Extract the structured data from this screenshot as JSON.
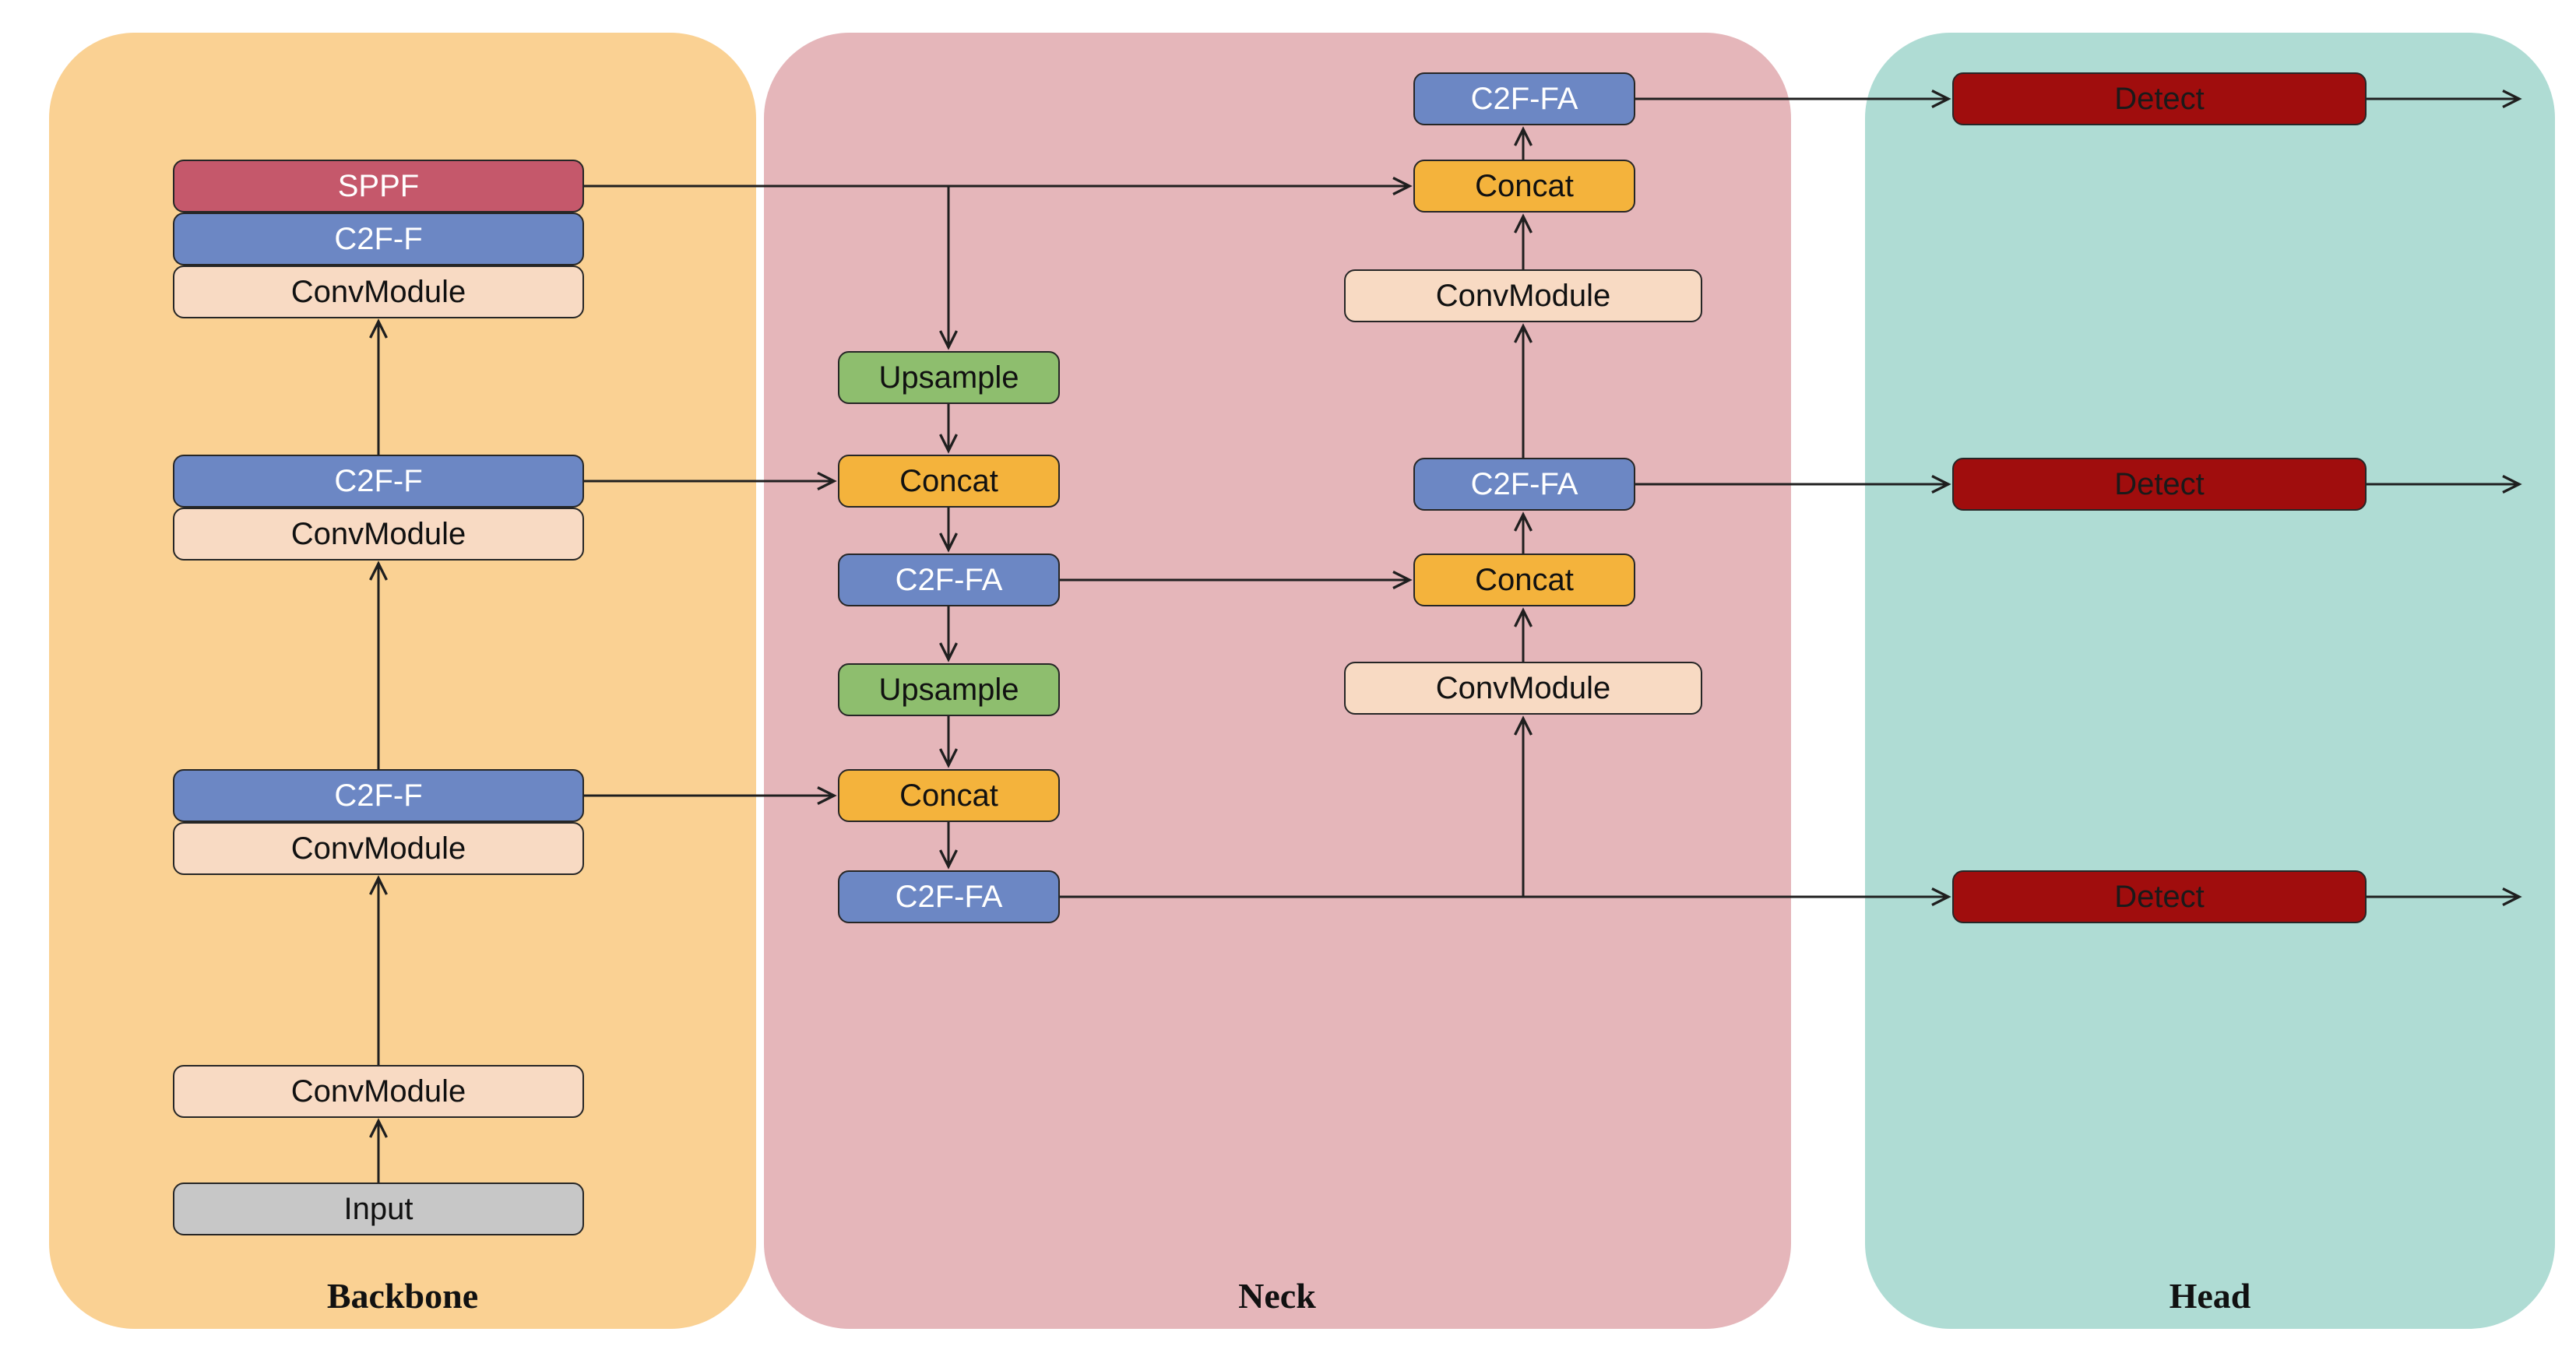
{
  "backbone": {
    "label": "Backbone",
    "nodes": [
      {
        "label": "SPPF"
      },
      {
        "label": "C2F-F"
      },
      {
        "label": "ConvModule"
      },
      {
        "label": "C2F-F"
      },
      {
        "label": "ConvModule"
      },
      {
        "label": "C2F-F"
      },
      {
        "label": "ConvModule"
      },
      {
        "label": "ConvModule"
      },
      {
        "label": "Input"
      }
    ]
  },
  "neck": {
    "label": "Neck",
    "left_nodes": [
      {
        "label": "Upsample"
      },
      {
        "label": "Concat"
      },
      {
        "label": "C2F-FA"
      },
      {
        "label": "Upsample"
      },
      {
        "label": "Concat"
      },
      {
        "label": "C2F-FA"
      }
    ],
    "right_nodes": [
      {
        "label": "C2F-FA"
      },
      {
        "label": "Concat"
      },
      {
        "label": "ConvModule"
      },
      {
        "label": "C2F-FA"
      },
      {
        "label": "Concat"
      },
      {
        "label": "ConvModule"
      }
    ]
  },
  "head": {
    "label": "Head",
    "nodes": [
      {
        "label": "Detect"
      },
      {
        "label": "Detect"
      },
      {
        "label": "Detect"
      }
    ]
  },
  "colors": {
    "backbone_bg": "#FAD193",
    "neck_bg": "#E5B6BA",
    "head_bg": "#AFDCD4",
    "sppf": "#C5586B",
    "c2f_blue": "#6C87C4",
    "conv": "#F8DAC3",
    "input_gray": "#C7C7C7",
    "upsample": "#8EBE6E",
    "concat": "#F4B33C",
    "detect": "#A00D0D",
    "border": "#262626",
    "arrow": "#1F1F1F"
  }
}
